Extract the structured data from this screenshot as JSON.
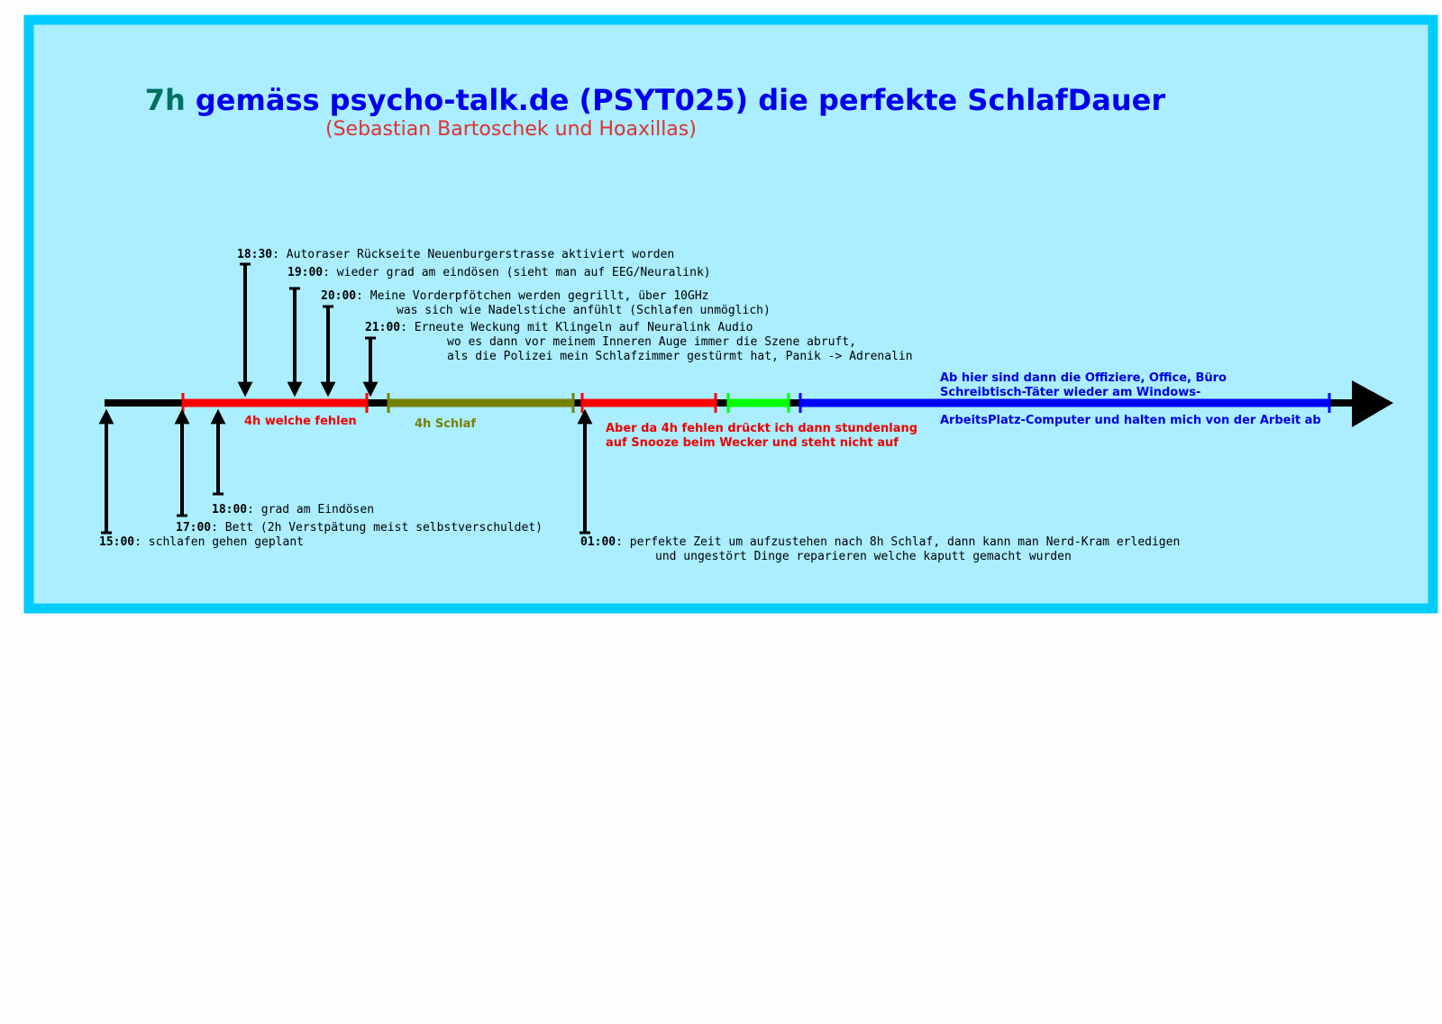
{
  "colors": {
    "frame": "#00ccff",
    "background": "#aaeeff",
    "title_accent": "#007060",
    "title": "#0000ee",
    "subtitle": "#e03030",
    "axis": "#000000",
    "red": "#ff0000",
    "olive": "#778000",
    "green": "#00ff00",
    "blue": "#0000ff",
    "note_red": "#ee0000",
    "note_olive": "#778000",
    "note_blue": "#0000dd"
  },
  "title": {
    "accent": "7h",
    "rest": " gemäss psycho-talk.de (PSYT025) die perfekte SchlafDauer",
    "subtitle": "(Sebastian Bartoschek und Hoaxillas)"
  },
  "events_above": [
    {
      "time": "18:30",
      "lines": [
        ": Autoraser Rückseite Neuenburgerstrasse aktiviert worden"
      ]
    },
    {
      "time": "19:00",
      "lines": [
        ": wieder grad am eindösen (sieht man auf EEG/Neuralink)"
      ]
    },
    {
      "time": "20:00",
      "lines": [
        ": Meine Vorderpfötchen werden gegrillt, über 10GHz",
        "was sich wie Nadelstiche anfühlt (Schlafen unmöglich)"
      ]
    },
    {
      "time": "21:00",
      "lines": [
        ": Erneute Weckung mit Klingeln auf Neuralink Audio",
        "wo es dann vor meinem Inneren Auge immer die Szene abruft,",
        "als die Polizei mein Schlafzimmer gestürmt hat, Panik -> Adrenalin"
      ]
    }
  ],
  "events_below": [
    {
      "time": "18:00",
      "lines": [
        ": grad am Eindösen"
      ]
    },
    {
      "time": "17:00",
      "lines": [
        ": Bett (2h Verstpätung meist selbstverschuldet)"
      ]
    },
    {
      "time": "15:00",
      "lines": [
        ": schlafen gehen geplant"
      ]
    },
    {
      "time": "01:00",
      "lines": [
        ": perfekte Zeit um aufzustehen nach 8h Schlaf, dann kann man Nerd-Kram erledigen",
        "und ungestört Dinge reparieren welche kaputt gemacht wurden"
      ]
    }
  ],
  "segments": {
    "missing_label": "4h welche fehlen",
    "sleep_label": "4h Schlaf",
    "snooze_lines": [
      "Aber da 4h fehlen drückt ich dann stundenlang",
      "auf Snooze beim Wecker und steht nicht auf"
    ],
    "office_lines": [
      "Ab hier sind dann die Offiziere, Office, Büro",
      "Schreibtisch-Täter wieder am Windows-",
      "ArbeitsPlatz-Computer und halten mich von der Arbeit ab"
    ]
  }
}
